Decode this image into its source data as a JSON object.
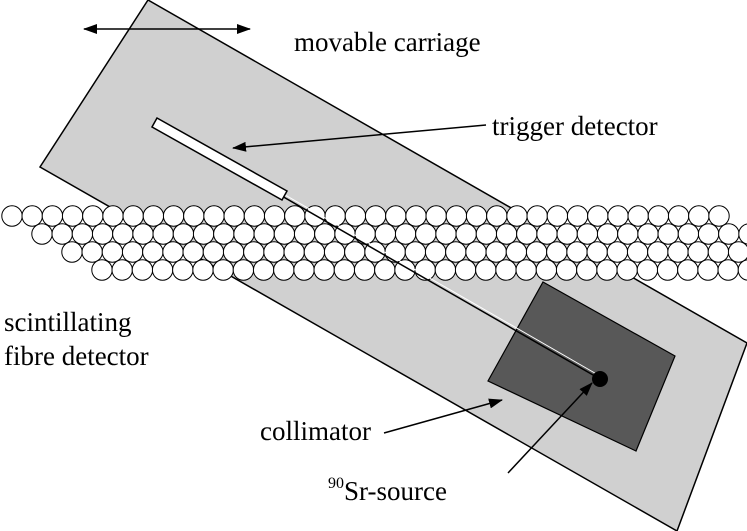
{
  "labels": {
    "carriage": "movable carriage",
    "trigger": "trigger detector",
    "scint_line1": "scintillating",
    "scint_line2": "fibre detector",
    "collimator": "collimator",
    "source_sup": "90",
    "source": "Sr-source"
  },
  "colors": {
    "carriage": "#d0d0d0",
    "collimator": "#585858",
    "source": "#000000",
    "fibre": "#ffffff",
    "stroke": "#000000"
  },
  "fibres": {
    "layers": 4,
    "per_layer": [
      36,
      36,
      36,
      36
    ]
  }
}
